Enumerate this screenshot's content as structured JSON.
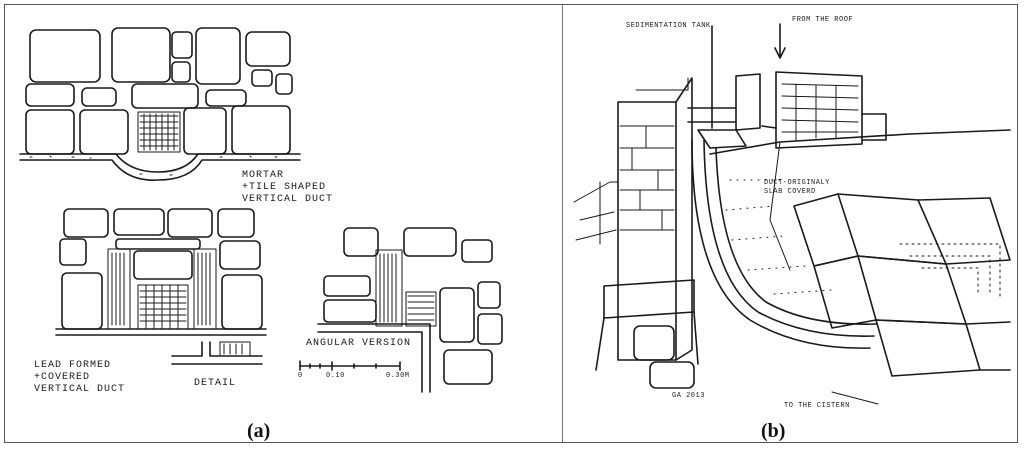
{
  "panels": {
    "a": {
      "label": "(a)"
    },
    "b": {
      "label": "(b)"
    }
  },
  "annotations": {
    "mortar_line1": "MORTAR",
    "mortar_line2": "+TILE SHAPED",
    "mortar_line3": "VERTICAL DUCT",
    "lead_line1": "LEAD FORMED",
    "lead_line2": "+COVERED",
    "lead_line3": "VERTICAL DUCT",
    "detail": "DETAIL",
    "angular": "ANGULAR VERSION",
    "scale_0": "0",
    "scale_010": "0.10",
    "scale_030": "0.30M",
    "sedimentation_tank": "SEDIMENTATION TANK",
    "from_roof": "FROM THE ROOF",
    "duct_line1": "DUCT-ORIGINALY",
    "duct_line2": "SLAB COVERD",
    "to_cistern": "TO THE CISTERN",
    "signature": "GA 2013"
  }
}
